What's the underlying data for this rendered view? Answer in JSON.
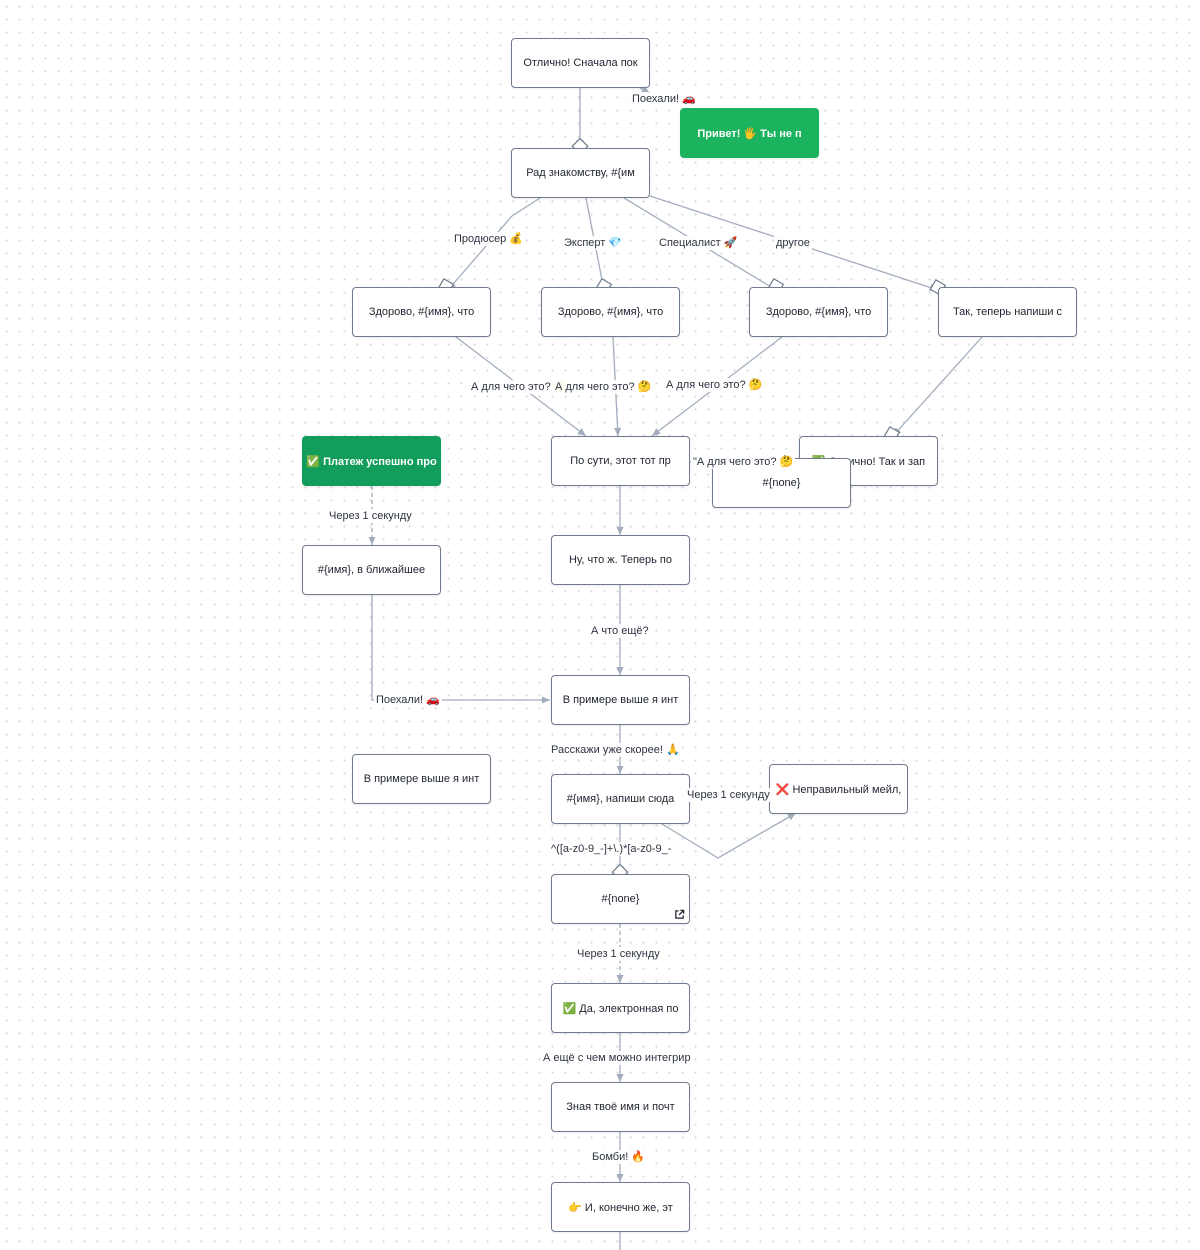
{
  "colors": {
    "edge": "#a3adbd",
    "node_border": "#6f7a8c",
    "accent_green": "#1cb35e",
    "accent_green_dark": "#129d5c"
  },
  "nodes": {
    "n_start": "Отлично! Сначала пок",
    "n_hello": "Привет! 🖐  Ты не п",
    "n_rad": "Рад знакомству, #{им",
    "n_zd1": "Здорово, #{имя}, что",
    "n_zd2": "Здорово, #{имя}, что",
    "n_zd3": "Здорово, #{имя}, что",
    "n_tak": "Так, теперь напиши с",
    "n_payment": "✅ Платеж успешно про",
    "n_posuti": "По сути, этот тот пр",
    "n_otl": "✅ Отлично! Так и зап",
    "n_none1": "#{none}",
    "n_imya_blizh": "#{имя}, в ближайшее",
    "n_nu": "Ну, что ж. Теперь по",
    "n_vprim1": "В примере выше я инт",
    "n_vprim2": "В примере выше я инт",
    "n_napishi": "#{имя}, напиши сюда",
    "n_wrong": "❌ Неправильный мейл,",
    "n_none2": "#{none}",
    "n_da": "✅ Да, электронная по",
    "n_znaya": "Зная твоё имя и почт",
    "n_konechno": "👉 И, конечно же, эт"
  },
  "edge_labels": {
    "poehali_top": "Поехали! 🚗",
    "prodyuser": "Продюсер 💰",
    "ekspert": "Эксперт 💎",
    "specialist": "Специалист 🚀",
    "drugoe": "другое",
    "adlya1": "А для чего это? 🤔",
    "adlya2": "А для чего это? 🤔",
    "adlya3": "А для чего это? 🤔",
    "adlya4": "\"А для чего это? 🤔",
    "cherez1": "Через 1 секунду",
    "achto": "А что ещё?",
    "poehali_left": "Поехали! 🚗",
    "rasskazhi": "Расскажи уже скорее! 🙏",
    "cherez2": "Через 1 секунду",
    "regex": "^([a-z0-9_-]+\\.)*[a-z0-9_-",
    "cherez3": "Через 1 секунду",
    "aesche": "А ещё с чем можно интегрир",
    "bombi": "Бомби! 🔥"
  }
}
